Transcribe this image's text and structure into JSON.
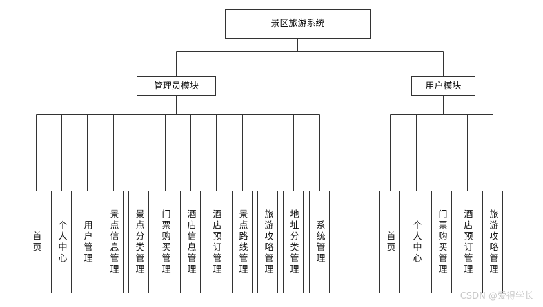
{
  "diagram": {
    "root": "景区旅游系统",
    "modules": [
      {
        "label": "管理员模块",
        "children": [
          "首页",
          "个人中心",
          "用户管理",
          "景点信息管理",
          "景点分类管理",
          "门票购买管理",
          "酒店信息管理",
          "酒店预订管理",
          "景点路线管理",
          "旅游攻略管理",
          "地址分类管理",
          "系统管理"
        ]
      },
      {
        "label": "用户模块",
        "children": [
          "首页",
          "个人中心",
          "门票购买管理",
          "酒店预订管理",
          "旅游攻略管理"
        ]
      }
    ]
  },
  "watermark": "CSDN @爱得学长",
  "colors": {
    "line": "#333333",
    "box_border": "#333333",
    "background": "#ffffff",
    "watermark": "#c8c8c8"
  }
}
